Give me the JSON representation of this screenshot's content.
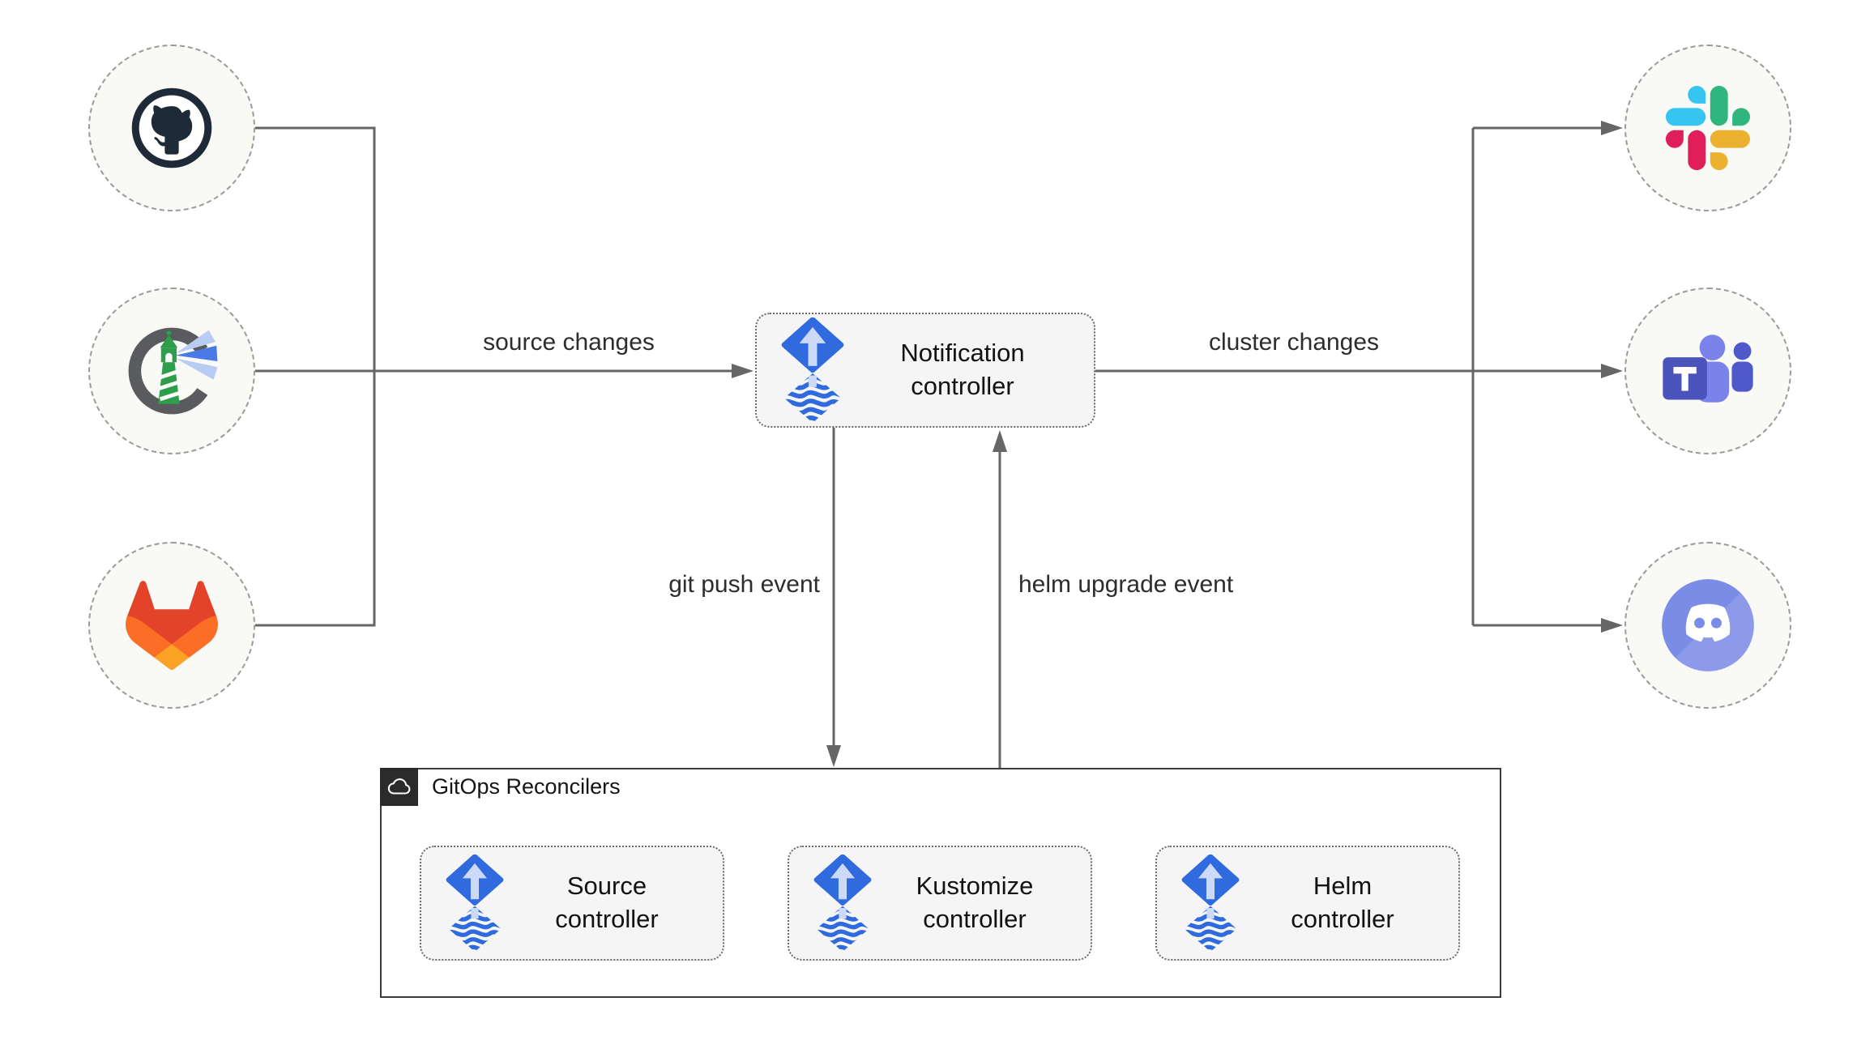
{
  "nodes": {
    "notification": {
      "label": "Notification\ncontroller"
    },
    "source": {
      "label": "Source\ncontroller"
    },
    "kustomize": {
      "label": "Kustomize\ncontroller"
    },
    "helm": {
      "label": "Helm\ncontroller"
    }
  },
  "container": {
    "title": "GitOps Reconcilers",
    "icon": "cloud-icon"
  },
  "edge_labels": {
    "source_changes": "source changes",
    "cluster_changes": "cluster changes",
    "git_push_event": "git push event",
    "helm_upgrade_event": "helm upgrade event"
  },
  "icons": {
    "sources": [
      "github-icon",
      "harbor-icon",
      "gitlab-icon"
    ],
    "targets": [
      "slack-icon",
      "teams-icon",
      "discord-icon"
    ],
    "controller_icon": "flux-icon"
  },
  "colors": {
    "line": "#666666",
    "node_fill": "#f5f5f5",
    "circle_fill": "#f9f9f6",
    "flux_blue": "#2f6bde",
    "github_dark": "#1e2a38",
    "harbor_green": "#2e9e4b",
    "gitlab_red": "#e24329",
    "gitlab_orange": "#fc6d26",
    "gitlab_yellow": "#fca326",
    "slack_blue": "#36C5F0",
    "slack_green": "#2EB67D",
    "slack_red": "#E01E5A",
    "slack_yellow": "#ECB22E",
    "teams_purple": "#4b53bc",
    "teams_light": "#7b83eb",
    "discord_blurple": "#7b8ce6"
  }
}
